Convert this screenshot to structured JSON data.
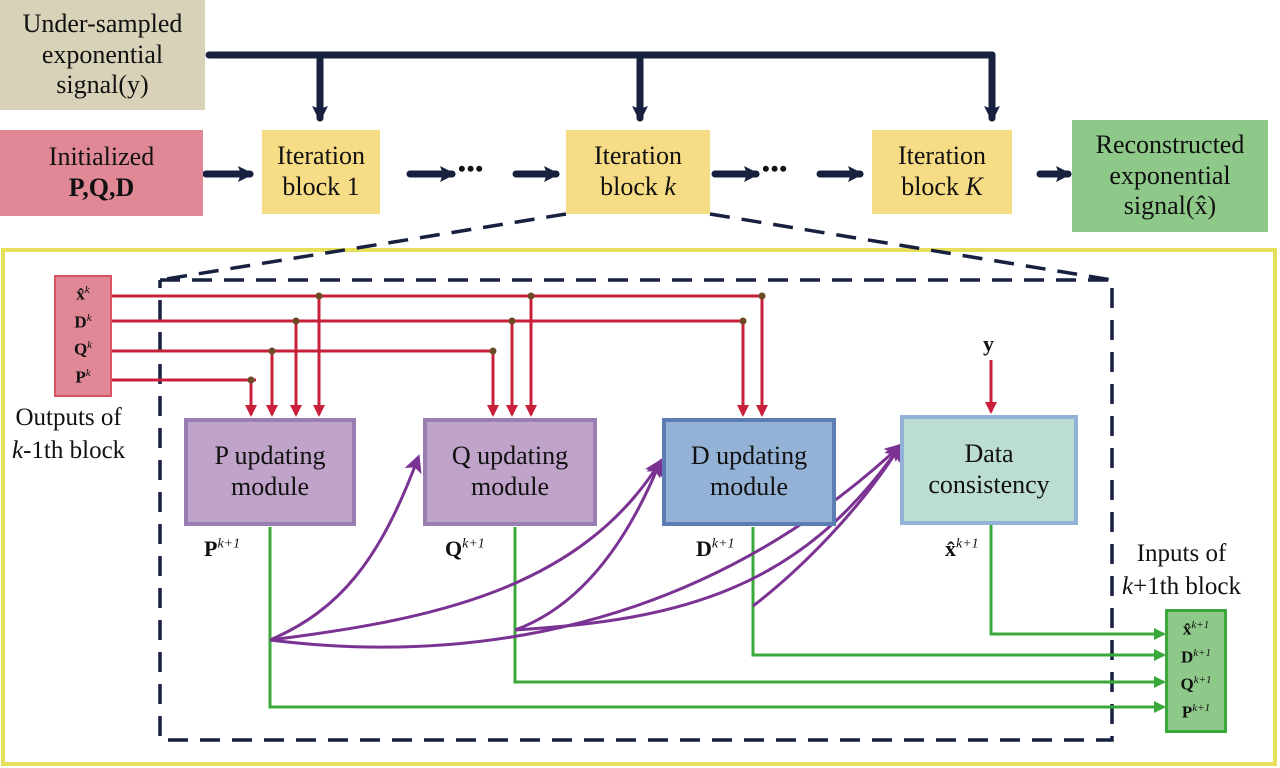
{
  "top_row": {
    "input_signal": {
      "line1": "Under-sampled",
      "line2": "exponential",
      "line3": "signal(y)"
    },
    "init": {
      "line1": "Initialized",
      "line2": "P,Q,D"
    },
    "blocks": [
      {
        "line1": "Iteration",
        "line2_prefix": "block ",
        "line2_var": "1"
      },
      {
        "line1": "Iteration",
        "line2_prefix": "block ",
        "line2_var": "k"
      },
      {
        "line1": "Iteration",
        "line2_prefix": "block ",
        "line2_var": "K"
      }
    ],
    "ellipsis": "•••",
    "output_signal": {
      "line1": "Reconstructed",
      "line2": "exponential",
      "line3": "signal(x̂)"
    }
  },
  "detail": {
    "prev_outputs": {
      "vars": [
        {
          "base": "x̂",
          "sup": "k"
        },
        {
          "base": "D",
          "sup": "k"
        },
        {
          "base": "Q",
          "sup": "k"
        },
        {
          "base": "P",
          "sup": "k"
        }
      ],
      "caption_line1": "Outputs of",
      "caption_line2_var": "k",
      "caption_line2_rest": "-1th block"
    },
    "modules": [
      {
        "line1": "P updating",
        "line2": "module"
      },
      {
        "line1": "Q updating",
        "line2": "module"
      },
      {
        "line1": "D updating",
        "line2": "module"
      },
      {
        "line1": "Data",
        "line2": "consistency"
      }
    ],
    "y_label": "y",
    "module_outputs": [
      {
        "base": "P",
        "sup": "k+1"
      },
      {
        "base": "Q",
        "sup": "k+1"
      },
      {
        "base": "D",
        "sup": "k+1"
      },
      {
        "base": "x̂",
        "sup": "k+1"
      }
    ],
    "next_inputs": {
      "caption_line1": "Inputs of",
      "caption_line2_var": "k",
      "caption_line2_rest": "+1th block",
      "vars": [
        {
          "base": "x̂",
          "sup": "k+1"
        },
        {
          "base": "D",
          "sup": "k+1"
        },
        {
          "base": "Q",
          "sup": "k+1"
        },
        {
          "base": "P",
          "sup": "k+1"
        }
      ]
    }
  },
  "colors": {
    "input_box": "#d8d2b8",
    "init_box": "#e08896",
    "iteration_box": "#f6dc84",
    "output_box": "#8ec98a",
    "flow_arrow": "#17213f",
    "detail_frame": "#e6df5a",
    "red_line": "#c8203a",
    "junction_dot": "#6b4a26",
    "purple_curve": "#7b3393",
    "green_line": "#3aa83a",
    "p_module_fill": "#bfa3c8",
    "p_module_border": "#9a7db2",
    "d_module_fill": "#93b2d6",
    "d_module_border": "#5c7cb4",
    "dc_module_fill": "#bbddd4",
    "dc_module_border": "#92b2d8",
    "prev_box_fill": "#e08896",
    "prev_box_border": "#d9545e",
    "next_box_fill": "#8ec98a",
    "next_box_border": "#3aa83a"
  }
}
